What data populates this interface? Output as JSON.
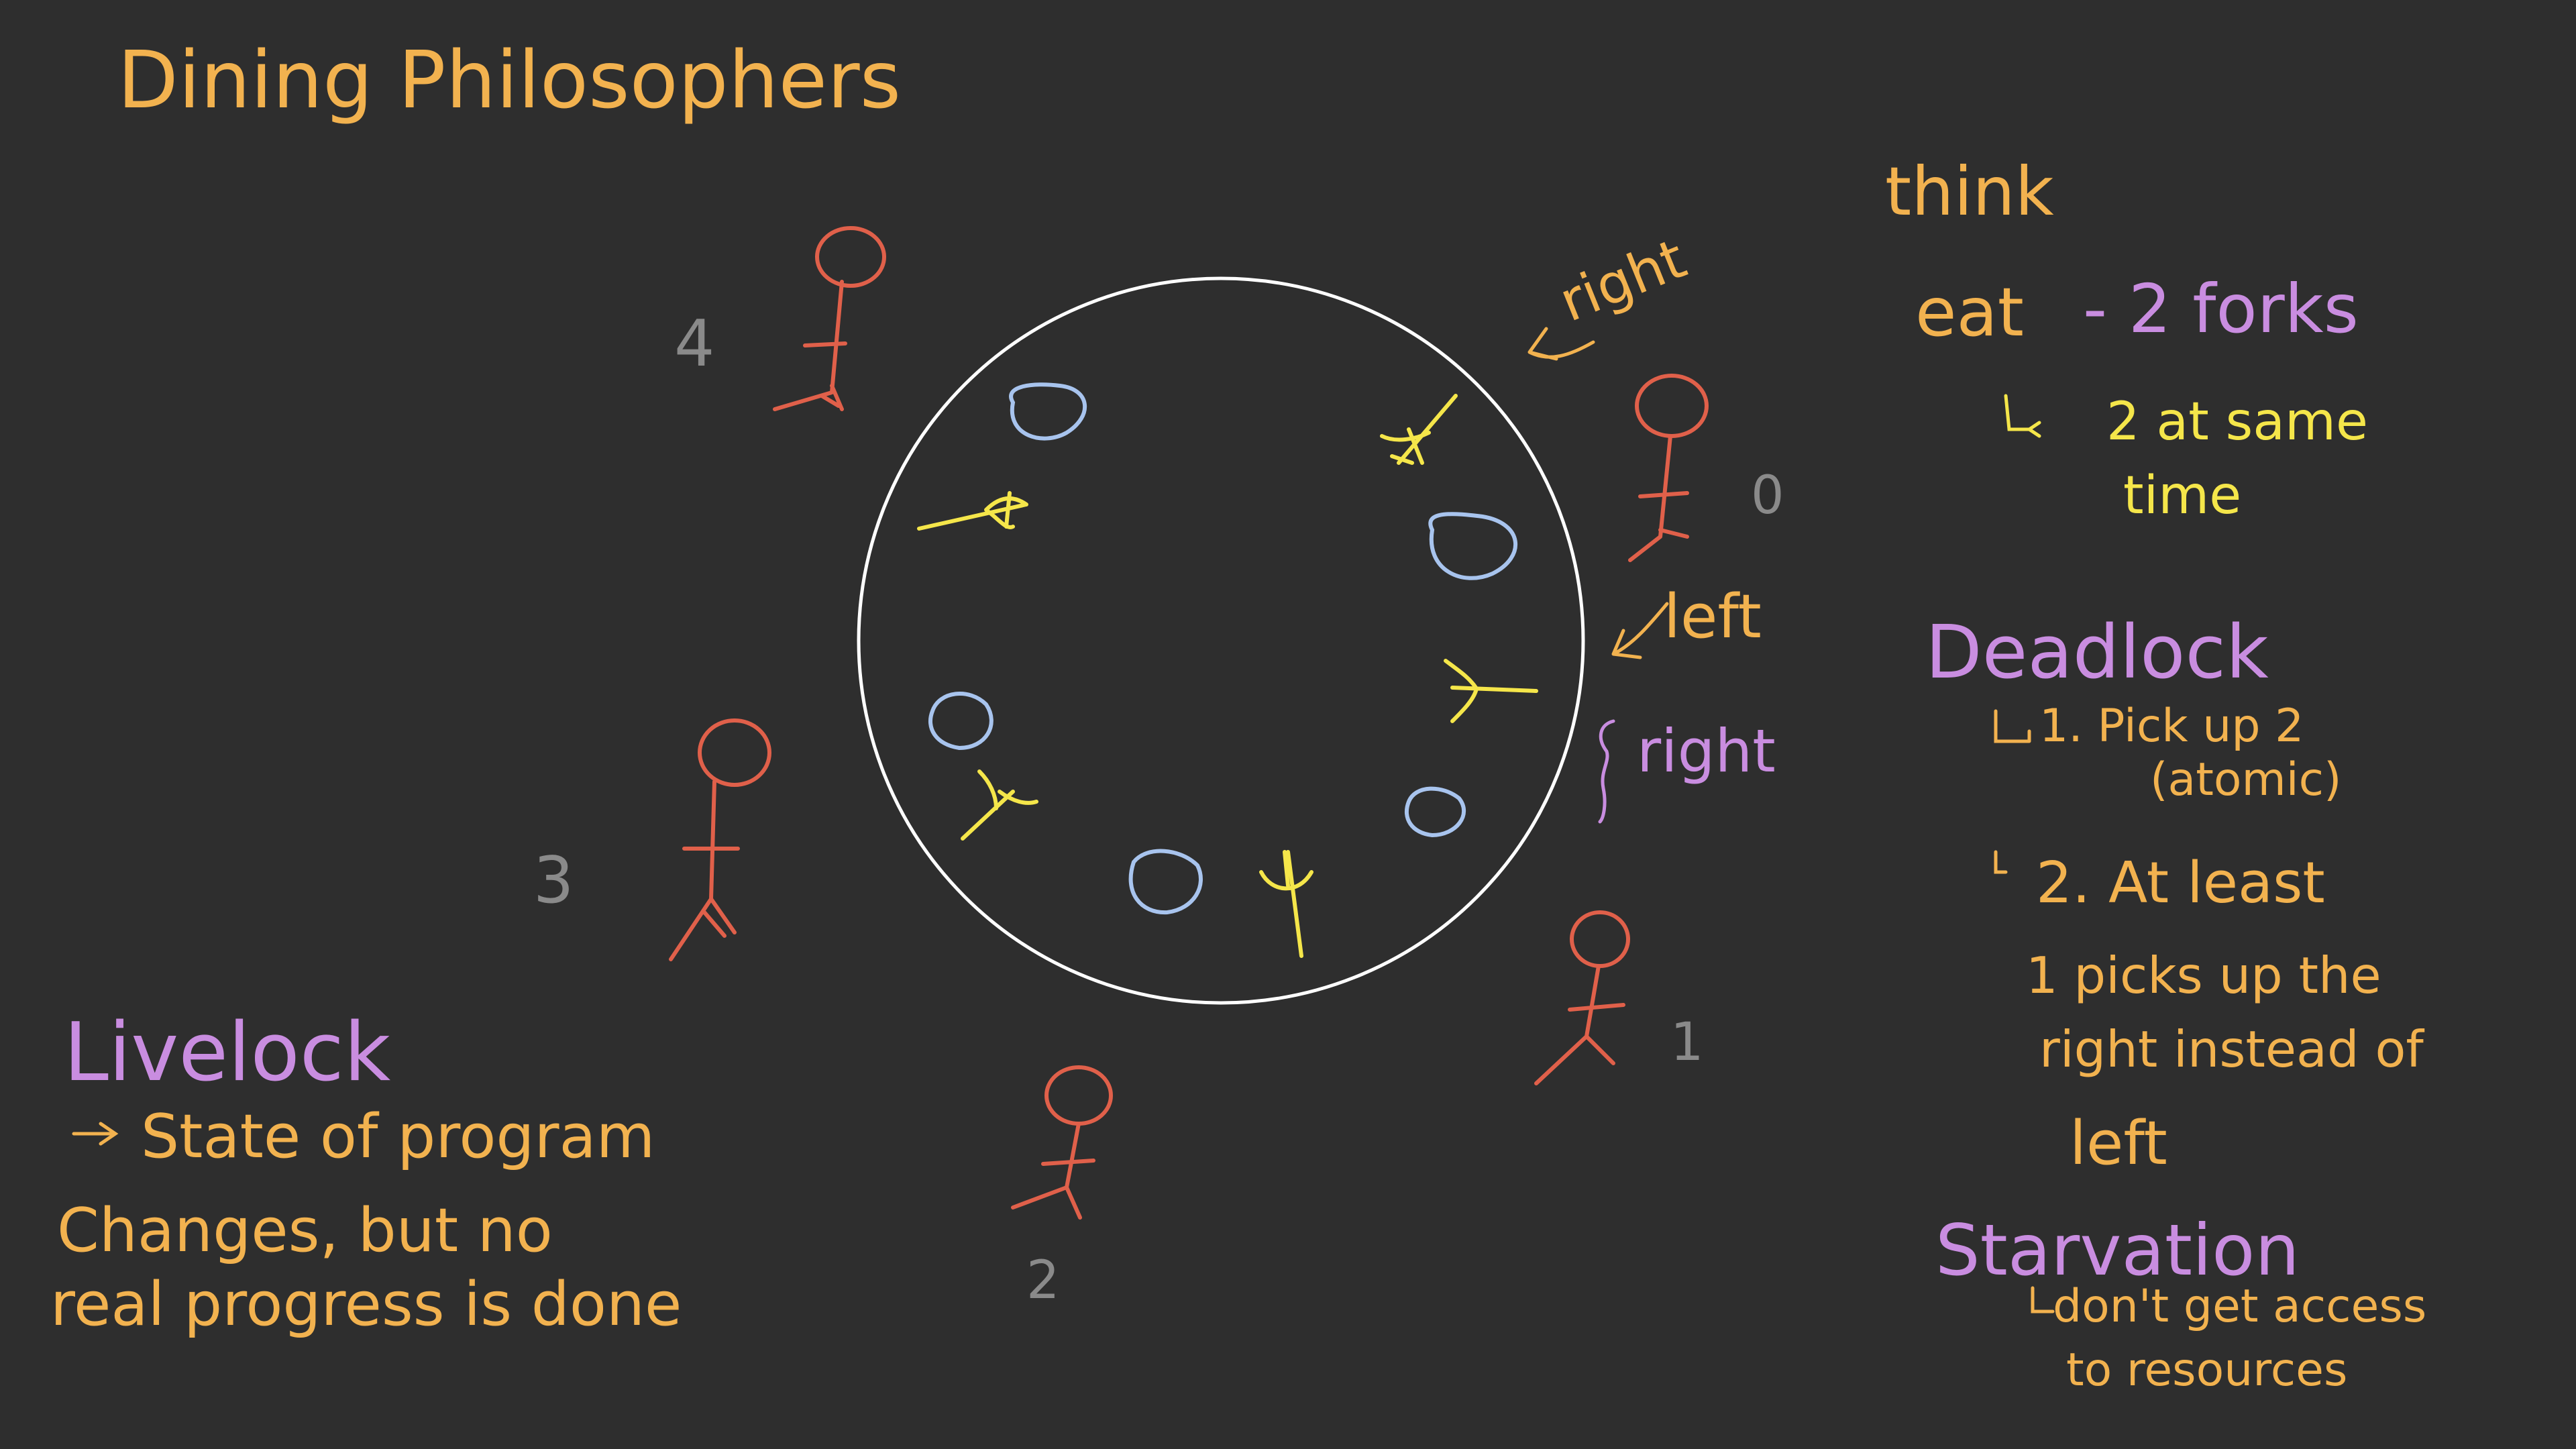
{
  "title": "Dining Philosophers",
  "colors": {
    "background": "#2e2e2e",
    "table": "#ffffff",
    "philosopher": "#e0604a",
    "fork": "#f5e64a",
    "plate": "#a8c4ee",
    "orange_text": "#f2b24f",
    "purple_text": "#c98de0",
    "grey_text": "#8a8a8a"
  },
  "philosopher_numbers": [
    "0",
    "1",
    "2",
    "3",
    "4"
  ],
  "direction_labels": {
    "right_top": "right",
    "left": "left",
    "right_bottom": "right"
  },
  "actions": {
    "think": "think",
    "eat_prefix": "eat",
    "eat_detail": "- 2 forks",
    "same_time_line1": "2 at same",
    "same_time_line2": "time"
  },
  "deadlock": {
    "heading": "Deadlock",
    "item1_line1": "1. Pick up 2",
    "item1_line2": "(atomic)",
    "item2_line1": "2. At least",
    "item2_line2": "1 picks up the",
    "item2_line3": "right instead of",
    "item2_line4": "left"
  },
  "livelock": {
    "heading": "Livelock",
    "line1": "State of program",
    "line2": "Changes, but no",
    "line3": "real progress is done"
  },
  "starvation": {
    "heading": "Starvation",
    "line1": "don't get access",
    "line2": "to resources"
  }
}
